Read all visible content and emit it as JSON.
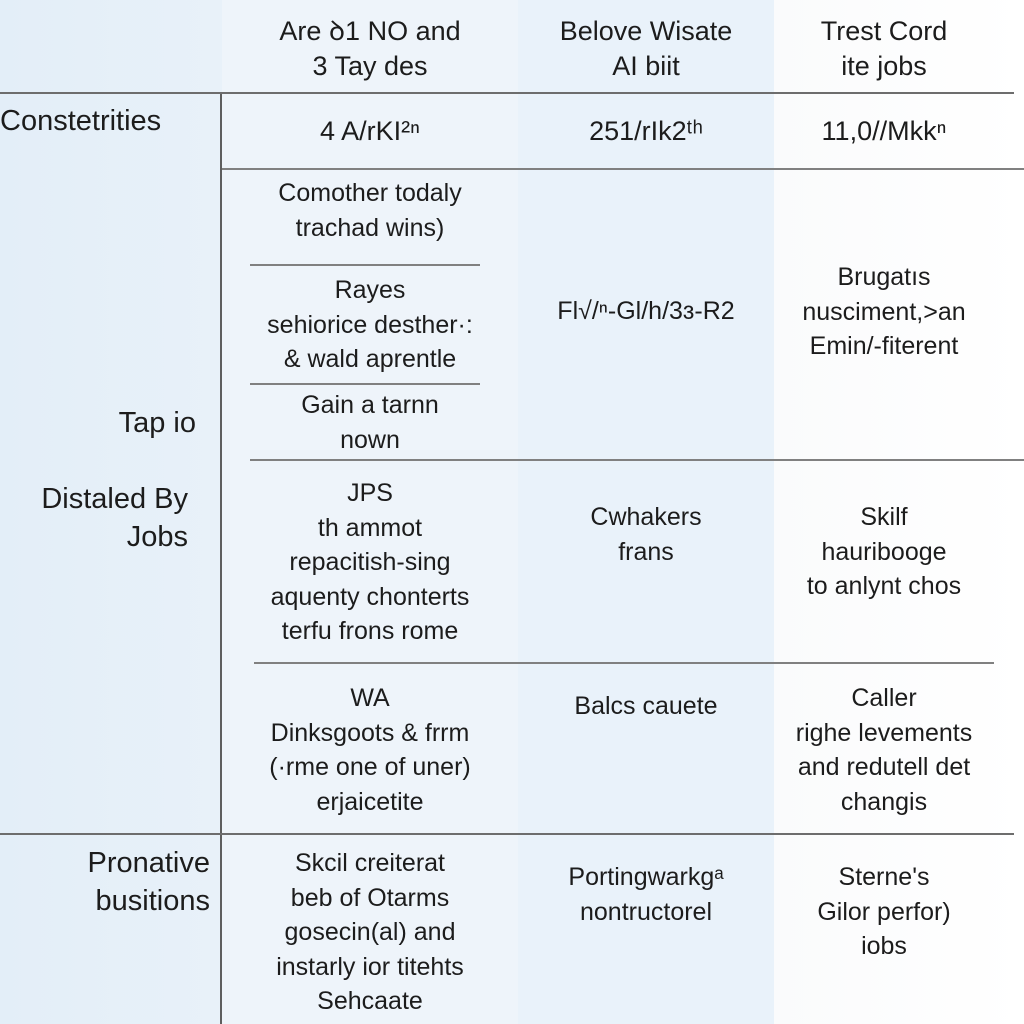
{
  "header": {
    "col1": [
      "Are ꝺ1 NO and",
      "3 Tay des"
    ],
    "col2": [
      "Belove Wisate",
      "AI biit"
    ],
    "col3": [
      "Trest Cord",
      "ite jobs"
    ]
  },
  "row_labels": {
    "r1": [
      "Constetrities"
    ],
    "r2": [
      "Tap io"
    ],
    "r3": [
      "Distaled By",
      "Jobs"
    ],
    "r4": [
      "Pronative",
      "busitions"
    ]
  },
  "values": {
    "r1c1": [
      "4 A/rKI²ⁿ"
    ],
    "r1c2": [
      "251/rIk2ᵗʰ"
    ],
    "r1c3": [
      "11,0//Mkkⁿ"
    ]
  },
  "cells": {
    "c1_a": [
      "Comother todaly",
      "trachad wins)"
    ],
    "c1_b": [
      "Rayes",
      "sehiorice desther·:",
      "& wald aprentle"
    ],
    "c1_c": [
      "Gain a tarnn",
      "nown"
    ],
    "c1_d": [
      "JPS",
      "th ammot",
      "repacitish-sing",
      "aquenty chonterts",
      "terfu frons rome"
    ],
    "c1_e": [
      "WA",
      "Dinksgoots & frrm",
      "(·rme one of uner)",
      "erjaicetite"
    ],
    "c1_f": [
      "Skcil creiterat",
      "beb of Otarms",
      "gosecin(al) and",
      "instarly ior titehts",
      "Sehcaate"
    ],
    "c2_a": [
      "Fl√/ⁿ-Gl/h/3ɜ-R2"
    ],
    "c2_b": [
      "Cwhakers",
      "frans"
    ],
    "c2_c": [
      "Balcs cauete"
    ],
    "c2_d": [
      "Portingwarkgᵃ",
      "nontructorel"
    ],
    "c3_a": [
      "Brugatıs",
      "nusciment,>an",
      "Emin/-fiterent"
    ],
    "c3_b": [
      "Skilf",
      "hauribooge",
      "to anlynt chos"
    ],
    "c3_c": [
      "Caller",
      "righe levements",
      "and redutell det",
      "changis"
    ],
    "c3_d": [
      "Sterne's",
      "Gilor perfor)",
      "iobs"
    ]
  }
}
